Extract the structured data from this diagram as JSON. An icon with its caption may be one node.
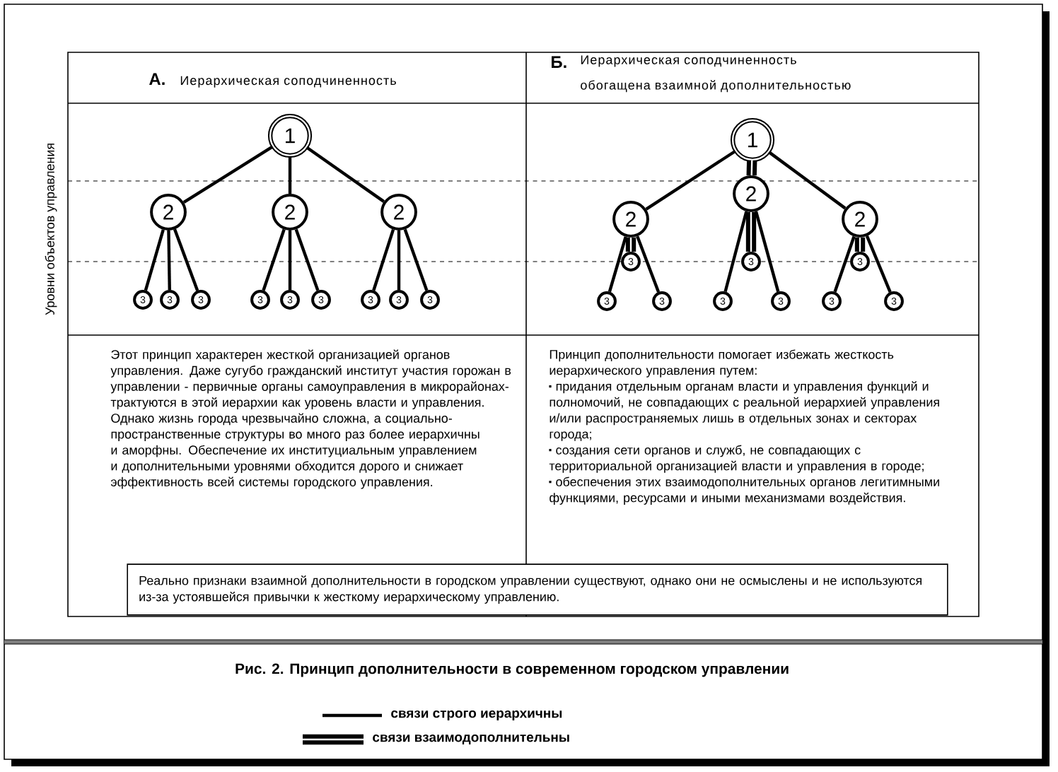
{
  "diagram": {
    "caption": "Рис. 2. Принцип дополнительности в современном городском управлении",
    "nodes": [
      {
        "text": [
          "1"
        ]
      },
      {
        "text": [
          "2"
        ]
      },
      {
        "text": [
          "2"
        ]
      },
      {
        "text": [
          "2"
        ]
      },
      {
        "text": [
          "3"
        ]
      },
      {
        "text": [
          "3"
        ]
      },
      {
        "text": [
          "3"
        ]
      },
      {
        "text": [
          "3"
        ]
      },
      {
        "text": [
          "3"
        ]
      },
      {
        "text": [
          "3"
        ]
      },
      {
        "text": [
          "3"
        ]
      },
      {
        "text": [
          "3"
        ]
      },
      {
        "text": [
          "3"
        ]
      },
      {
        "text": [
          "1"
        ]
      },
      {
        "text": [
          "2"
        ]
      },
      {
        "text": [
          "2"
        ]
      },
      {
        "text": [
          "2"
        ]
      },
      {
        "text": [
          "3"
        ]
      },
      {
        "text": [
          "3"
        ]
      },
      {
        "text": [
          "3"
        ]
      },
      {
        "text": [
          "3"
        ]
      },
      {
        "text": [
          "3"
        ]
      },
      {
        "text": [
          "3"
        ]
      },
      {
        "text": [
          "3"
        ]
      },
      {
        "text": [
          "3"
        ]
      },
      {
        "text": [
          "3"
        ]
      },
      {
        "text": [
          "Реально признаки взаимной дополнительности в городском управлении существуют, однако они не осмыслены и не используются из-за устоявшейся привычки к жесткому иерархическому управлению."
        ]
      }
    ],
    "edges": [
      {
        "from": 0,
        "to": 1,
        "arrow": "none"
      },
      {
        "from": 0,
        "to": 2,
        "arrow": "none"
      },
      {
        "from": 0,
        "to": 3,
        "arrow": "none"
      },
      {
        "from": 1,
        "to": 4,
        "arrow": "none"
      },
      {
        "from": 1,
        "to": 5,
        "arrow": "none"
      },
      {
        "from": 1,
        "to": 6,
        "arrow": "none"
      },
      {
        "from": 2,
        "to": 7,
        "arrow": "none"
      },
      {
        "from": 2,
        "to": 8,
        "arrow": "none"
      },
      {
        "from": 2,
        "to": 9,
        "arrow": "none"
      },
      {
        "from": 3,
        "to": 10,
        "arrow": "none"
      },
      {
        "from": 3,
        "to": 11,
        "arrow": "none"
      },
      {
        "from": 3,
        "to": 12,
        "arrow": "none"
      },
      {
        "from": 13,
        "to": 14,
        "arrow": "none"
      },
      {
        "from": 13,
        "to": 15,
        "arrow": "none",
        "style": "thick"
      },
      {
        "from": 13,
        "to": 16,
        "arrow": "none"
      },
      {
        "from": 14,
        "to": 17,
        "arrow": "none",
        "style": "thick"
      },
      {
        "from": 14,
        "to": 20,
        "arrow": "none"
      },
      {
        "from": 14,
        "to": 21,
        "arrow": "none"
      },
      {
        "from": 15,
        "to": 18,
        "arrow": "none",
        "style": "thick"
      },
      {
        "from": 15,
        "to": 22,
        "arrow": "none"
      },
      {
        "from": 15,
        "to": 23,
        "arrow": "none"
      },
      {
        "from": 16,
        "to": 19,
        "arrow": "none",
        "style": "thick"
      },
      {
        "from": 16,
        "to": 24,
        "arrow": "none"
      },
      {
        "from": 16,
        "to": 25,
        "arrow": "none"
      }
    ],
    "labels": [
      "А.",
      "Иерархическая соподчиненность",
      "Б.",
      "Иерархическая соподчиненность обогащена взаимной дополнительностью",
      "Уровни объектов управления",
      "Этот принцип характерен жесткой организацией органов управления. Даже сугубо гражданский институт участия горожан в управлении - первичные органы самоуправления в микрорайонах-трактуются в этой иерархии как уровень власти и управления.",
      "Однако жизнь города чрезвычайно сложна, а социально-пространственные структуры во много раз более иерархичны и аморфны. Обеспечение их институциальным управлением и дополнительными уровнями обходится дорого и снижает эффективность всей системы городского управления.",
      "Принцип дополнительности помогает избежать жесткость иерархического управления путем:",
      "придания отдельным органам власти и управления функций и полномочий, не совпадающих с реальной иерархией управления и/или распространяемых лишь в отдельных зонах и секторах города;",
      "создания сети органов и служб, не совпадающих с территориальной организацией власти и управления в городе;",
      "обеспечения этих взаимодополнительных органов легитимными функциями, ресурсами и иными механизмами воздействия."
    ],
    "legend": [
      {
        "text": "связи строго иерархичны"
      },
      {
        "text": "связи взаимодополнительны"
      }
    ]
  }
}
